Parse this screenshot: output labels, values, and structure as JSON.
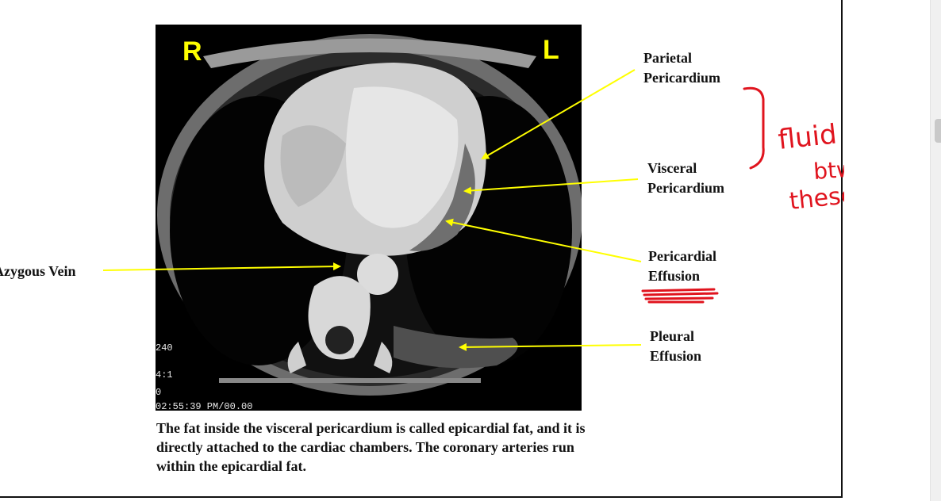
{
  "ct_image": {
    "side_right": "R",
    "side_left": "L",
    "meta": [
      "240",
      "4:1",
      "0",
      "02:55:39 PM/00.00"
    ]
  },
  "labels": {
    "parietal": "Parietal\nPericardium",
    "visceral": "Visceral\nPericardium",
    "effusion": "Pericardial\nEffusion",
    "pleural": "Pleural\nEffusion",
    "azygous": "Azygous Vein"
  },
  "caption": "The fat inside the visceral pericardium is called epicardial fat, and it is directly attached to the cardiac chambers. The coronary arteries run within the epicardial fat.",
  "annotation": {
    "handwriting": [
      "fluid",
      "btwn",
      "these two"
    ],
    "ink_color": "#e0141e",
    "arrow_color": "#ffff00"
  }
}
